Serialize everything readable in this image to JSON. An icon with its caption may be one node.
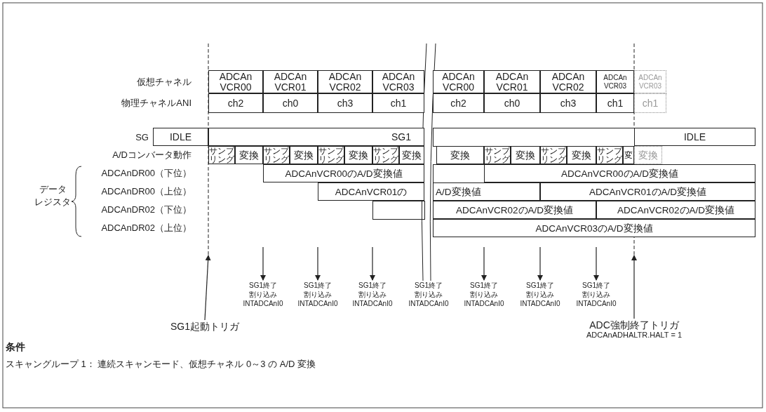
{
  "diagram": {
    "nodes": [
      {
        "text": [
          "SG1終了",
          "割り込み",
          "INTADCAnI0"
        ]
      },
      {
        "text": [
          "SG1終了",
          "割り込み",
          "INTADCAnI0"
        ]
      },
      {
        "text": [
          "SG1終了",
          "割り込み",
          "INTADCAnI0"
        ]
      },
      {
        "text": [
          "SG1終了",
          "割り込み",
          "INTADCAnI0"
        ]
      },
      {
        "text": [
          "SG1終了",
          "割り込み",
          "INTADCAnI0"
        ]
      },
      {
        "text": [
          "SG1終了",
          "割り込み",
          "INTADCAnI0"
        ]
      },
      {
        "text": [
          "SG1終了",
          "割り込み",
          "INTADCAnI0"
        ]
      },
      {
        "text": [
          "SG1起動トリガ"
        ]
      },
      {
        "text": [
          "ADC強制終了トリガ",
          "ADCAnADHALTR.HALT = 1"
        ]
      },
      {
        "text": [],
        "shape": "box"
      },
      {
        "text": [],
        "shape": "box"
      },
      {
        "text": [],
        "shape": "box"
      }
    ],
    "edges": [
      {
        "from": null,
        "to": 0,
        "arrow": "to"
      },
      {
        "from": null,
        "to": 1,
        "arrow": "to"
      },
      {
        "from": null,
        "to": 2,
        "arrow": "to"
      },
      {
        "from": null,
        "to": 4,
        "arrow": "to"
      },
      {
        "from": null,
        "to": 5,
        "arrow": "to"
      },
      {
        "from": null,
        "to": 6,
        "arrow": "to"
      },
      {
        "from": 7,
        "to": null,
        "arrow": "to"
      },
      {
        "from": 8,
        "to": null,
        "arrow": "to"
      }
    ],
    "labels": [
      "仮想チャネル",
      "ADCAn VCR00",
      "ADCAn VCR01",
      "ADCAn VCR02",
      "ADCAn VCR03",
      "ADCAn VCR00",
      "ADCAn VCR01",
      "ADCAn VCR02",
      "ADCAn VCR03",
      "ADCAn VCR03",
      "物理チャネルANI",
      "ch2",
      "ch0",
      "ch3",
      "ch1",
      "ch2",
      "ch0",
      "ch3",
      "ch1",
      "ch1",
      "SG",
      "IDLE",
      "SG1",
      "IDLE",
      "A/Dコンバータ動作",
      "サンプリング",
      "変換",
      "サンプリング",
      "変換",
      "サンプリング",
      "変換",
      "サンプリング",
      "変換",
      "変換",
      "サンプリング",
      "変換",
      "サンプリング",
      "変換",
      "サンプリング",
      "変",
      "変換",
      "ADCAnDR00（下位）",
      "ADCAnVCR00のA/D変換値",
      "ADCAnVCR00のA/D変換値",
      "データ",
      "ADCAnDR00（上位）",
      "ADCAnVCR01の",
      "A/D変換値",
      "ADCAnVCR01のA/D変換値",
      "レジスタ",
      "ADCAnDR02（下位）",
      "ADCAnVCR02のA/D変換値",
      "ADCAnVCR02のA/D変換値",
      "ADCAnDR02（上位）",
      "ADCAnVCR03のA/D変換値",
      "条件",
      "スキャングループ 1： 連続スキャンモード、仮想チャネル 0～3 の A/D 変換"
    ]
  }
}
